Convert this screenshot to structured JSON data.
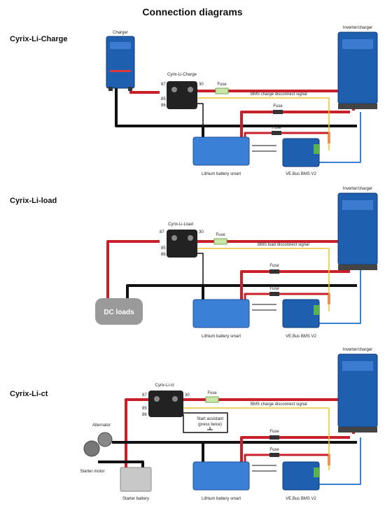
{
  "page": {
    "title": "Connection diagrams"
  },
  "colors": {
    "red": "#c8202a",
    "black": "#111111",
    "yellow": "#f2c230",
    "blue": "#3a7fd0",
    "grey": "#8a8a8a",
    "device_blue": "#1f5fb0",
    "fuse_green": "#c9e6a8"
  },
  "sections": [
    {
      "heading": "Cyrix-Li-Charge",
      "charger": "Charger",
      "relay": "Cyrix-Li-Charge",
      "pins": [
        "87",
        "30",
        "85",
        "86"
      ],
      "fuse1": "Fuse",
      "signal": "BMS charge disconnect signal",
      "fuse2": "Fuse",
      "fuse3": "Fuse",
      "inverter": "Inverter/charger",
      "battery": "Lithium battery smart",
      "bms": "VE.Bus BMS V2"
    },
    {
      "heading": "Cyrix-Li-load",
      "relay": "Cyrix-Li-Load",
      "pins": [
        "87",
        "30",
        "85",
        "86"
      ],
      "fuse1": "Fuse",
      "signal": "BMS load disconnect signal",
      "fuse2": "Fuse",
      "fuse3": "Fuse",
      "loads": "DC loads",
      "inverter": "Inverter/charger",
      "battery": "Lithium battery smart",
      "bms": "VE.Bus BMS V2"
    },
    {
      "heading": "Cyrix-Li-ct",
      "relay": "Cyrix-Li-ct",
      "pins": [
        "87",
        "30",
        "85",
        "86"
      ],
      "fuse1": "Fuse",
      "signal": "BMS charge disconnect signal",
      "assist_line1": "Start assistant",
      "assist_line2": "(press twice)",
      "fuse2": "Fuse",
      "fuse3": "Fuse",
      "alternator": "Alternator",
      "starter_motor": "Starter motor",
      "starter_battery": "Starter battery",
      "inverter": "Inverter/charger",
      "battery": "Lithium battery smart",
      "bms": "VE.Bus BMS V2"
    }
  ]
}
